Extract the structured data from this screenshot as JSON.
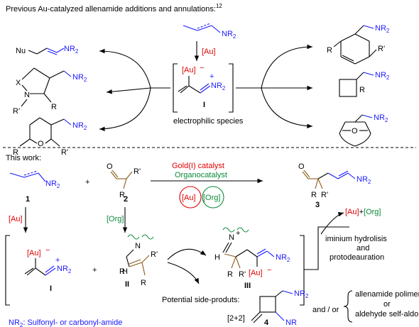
{
  "header": {
    "prefix": "Previous Au-catalyzed allenamide additions and annulations:",
    "ref": "12"
  },
  "top": {
    "nr2": "NR",
    "sub2": "2",
    "nu": "Nu",
    "x": "X",
    "n": "N",
    "r": "R",
    "rprime": "R'",
    "o": "O",
    "au_bracket": "[Au]",
    "minus": "−",
    "plus": "+",
    "intermediate_label": "I",
    "electrophilic": "electrophilic species"
  },
  "bottom": {
    "this_work": "This work:",
    "cpd1": "1",
    "cpd2": "2",
    "cpd3": "3",
    "cpd4": "4",
    "int1": "I",
    "int2": "II",
    "int3": "III",
    "gold_catalyst": "Gold(I) catalyst",
    "organocatalyst": "Organocatalyst",
    "au": "[Au]",
    "org": "[Org]",
    "plus_sign": "+",
    "au_plus_org_a": "[Au]",
    "au_plus_org_plus": "+",
    "au_plus_org_b": "[Org]",
    "iminium_line1": "iminium hydrolisis",
    "iminium_line2": "and",
    "iminium_line3": "protodeauration",
    "side_products": "Potential side-produts:",
    "cyclo": "[2+2]",
    "and_or": "and / or",
    "allenamide_line1": "allenamide polimers",
    "allenamide_line2": "or",
    "allenamide_line3": "aldehyde self-aldols",
    "footer_nr": "NR",
    "footer_sub": "2",
    "footer_text": ": Sulfonyl- or carbonyl-amide"
  },
  "colors": {
    "blue": "#1a1aff",
    "red": "#e00000",
    "green": "#0a8a3a",
    "brown": "#8a5a1a"
  }
}
